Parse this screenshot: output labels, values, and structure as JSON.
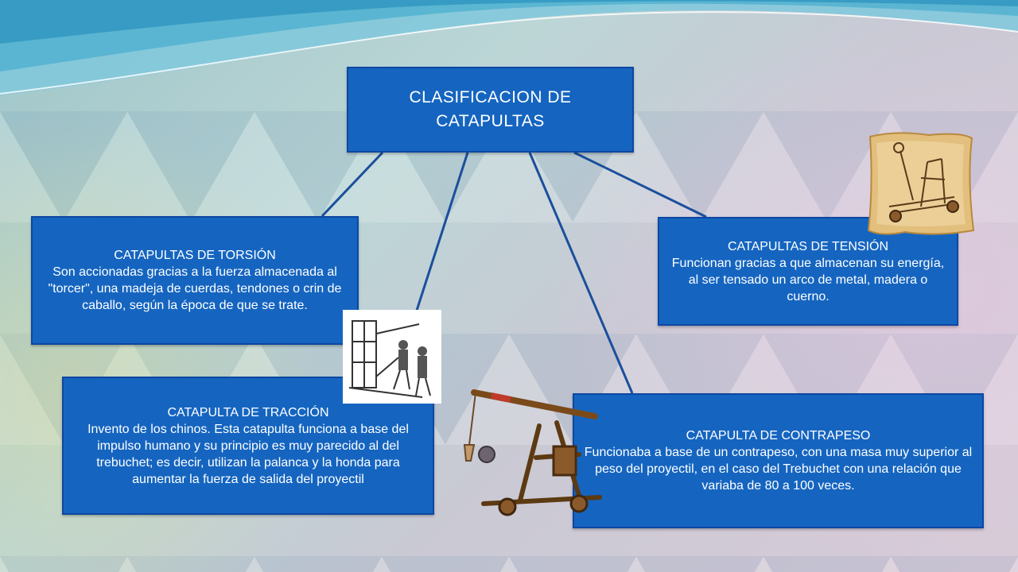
{
  "colors": {
    "box_fill": "#1565c0",
    "box_border": "#0d47a1",
    "text": "#ffffff",
    "connector": "#1a4f9c"
  },
  "root": {
    "title": "CLASIFICACION DE CATAPULTAS"
  },
  "nodes": {
    "torsion": {
      "title": "CATAPULTAS DE TORSIÓN",
      "body": "Son accionadas gracias a la fuerza almacenada al \"torcer\", una madeja de cuerdas, tendones o crin de caballo, según la época de que se trate."
    },
    "tension": {
      "title": "CATAPULTAS DE TENSIÓN",
      "body": "Funcionan gracias a que almacenan su energía, al ser tensado un arco de metal, madera o cuerno."
    },
    "traccion": {
      "title": "CATAPULTA DE TRACCIÓN",
      "body": "Invento de los chinos. Esta catapulta funciona a base del impulso humano y su principio es muy parecido al del trebuchet; es decir, utilizan la palanca y la honda para aumentar la fuerza de salida del proyectil"
    },
    "contrapeso": {
      "title": "CATAPULTA DE CONTRAPESO",
      "body": "Funcionaba a base de un contrapeso, con una masa muy superior al peso del proyectil, en el caso del Trebuchet con una relación que variaba de 80 a 100 veces."
    }
  },
  "images": {
    "tension": "catapult-parchment-illustration",
    "torsion": "torsion-catapult-sketch",
    "contrapeso": "trebuchet-illustration"
  }
}
